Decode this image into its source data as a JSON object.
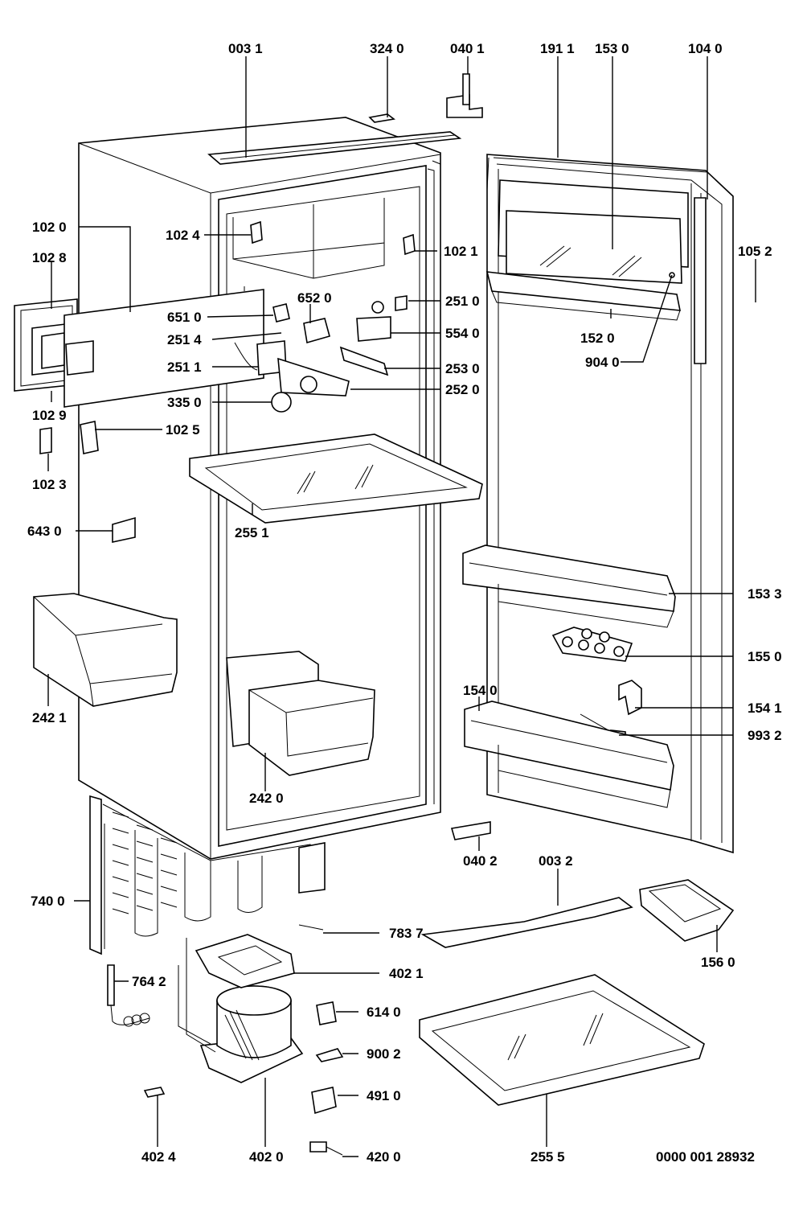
{
  "diagram": {
    "doc_number": "0000 001 28932",
    "labels": {
      "p0031": "003 1",
      "p3240": "324 0",
      "p0401": "040 1",
      "p1911": "191 1",
      "p1530": "153 0",
      "p1040": "104 0",
      "p1020": "102 0",
      "p1024": "102 4",
      "p1021": "102 1",
      "p1028": "102 8",
      "p1052": "105 2",
      "p6520": "652 0",
      "p6510": "651 0",
      "p2510": "251 0",
      "p2514": "251 4",
      "p5540": "554 0",
      "p1520": "152 0",
      "p2511": "251 1",
      "p2530": "253 0",
      "p9040": "904 0",
      "p2520": "252 0",
      "p3350": "335 0",
      "p1029": "102 9",
      "p1025": "102 5",
      "p1023": "102 3",
      "p2551": "255 1",
      "p6430": "643 0",
      "p1533": "153 3",
      "p1550": "155 0",
      "p1540": "154 0",
      "p1541": "154 1",
      "p2421": "242 1",
      "p9932": "993 2",
      "p2420": "242 0",
      "p0402": "040 2",
      "p0032": "003 2",
      "p7400": "740 0",
      "p7837": "783 7",
      "p1560": "156 0",
      "p4021": "402 1",
      "p7642": "764 2",
      "p6140": "614 0",
      "p9002": "900 2",
      "p4910": "491 0",
      "p4024": "402 4",
      "p4020": "402 0",
      "p4200": "420 0",
      "p2555": "255 5"
    }
  }
}
